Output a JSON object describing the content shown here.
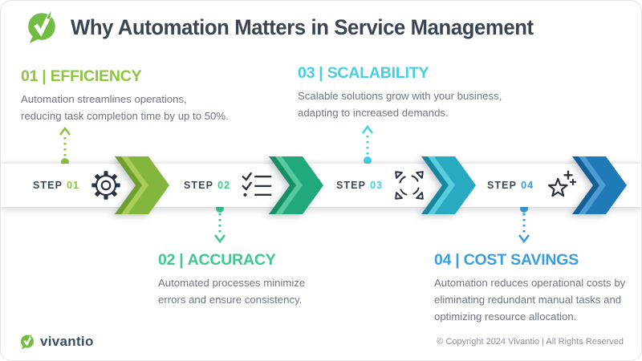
{
  "ui": {
    "heading_separator": "|"
  },
  "colors": {
    "brand_green": "#72bc44",
    "title_navy": "#3a4554",
    "body_gray": "#6e7687",
    "section_accents": [
      "#8cc63f",
      "#3bc98e",
      "#46cfe3",
      "#3b9edc"
    ]
  },
  "header": {
    "title": "Why Automation Matters in Service Management"
  },
  "sections": [
    {
      "number": "01",
      "title": "EFFICIENCY",
      "color": "#8cc63f",
      "lines": [
        "Automation streamlines operations,",
        "reducing task completion time by up to 50%."
      ]
    },
    {
      "number": "02",
      "title": "ACCURACY",
      "color": "#3bc98e",
      "lines": [
        "Automated processes minimize",
        "errors and ensure consistency."
      ]
    },
    {
      "number": "03",
      "title": "SCALABILITY",
      "color": "#46cfe3",
      "lines": [
        "Scalable solutions grow with your business,",
        "adapting to increased demands."
      ]
    },
    {
      "number": "04",
      "title": "COST SAVINGS",
      "color": "#3b9edc",
      "lines": [
        "Automation reduces operational costs by",
        "eliminating redundant manual tasks and",
        "optimizing resource allocation."
      ]
    }
  ],
  "timeline": {
    "steps": [
      {
        "label": "STEP",
        "number": "01",
        "icon": "gear-icon",
        "chevron": {
          "dark": "#6f9f2f",
          "light": "#aace55",
          "main": "#83b63c"
        }
      },
      {
        "label": "STEP",
        "number": "02",
        "icon": "checklist-icon",
        "chevron": {
          "dark": "#158f66",
          "light": "#56c9a0",
          "main": "#21a87c"
        }
      },
      {
        "label": "STEP",
        "number": "03",
        "icon": "expand-arrows-icon",
        "chevron": {
          "dark": "#17879e",
          "light": "#58cddd",
          "main": "#28abc2"
        }
      },
      {
        "label": "STEP",
        "number": "04",
        "icon": "star-plus-icon",
        "chevron": {
          "dark": "#155f99",
          "light": "#4e9cd4",
          "main": "#1f7ab8"
        }
      }
    ]
  },
  "footer": {
    "brand": "vivantio",
    "copyright": "© Copyright 2024 Vivantio | All Rights Reserved"
  }
}
